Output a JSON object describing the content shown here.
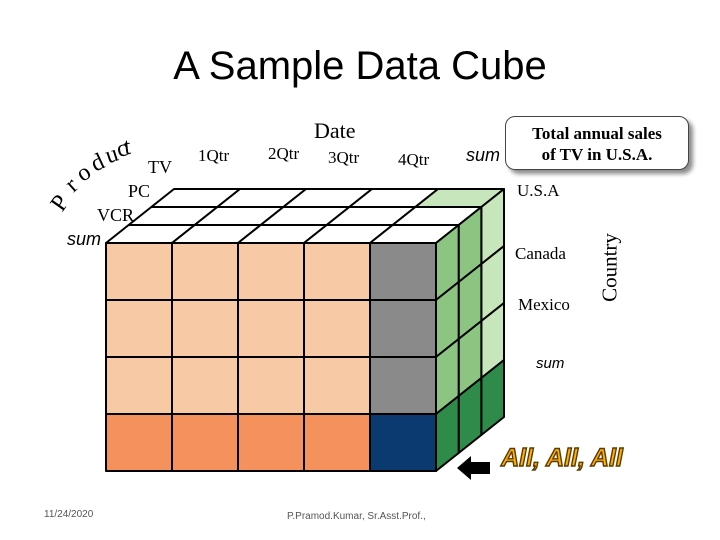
{
  "slide": {
    "title": "A Sample Data Cube",
    "footer_date": "11/24/2020",
    "footer_author": "P.Pramod.Kumar, Sr.Asst.Prof.,"
  },
  "cube": {
    "date_axis_label": "Date",
    "quarters": [
      "1Qtr",
      "2Qtr",
      "3Qtr",
      "4Qtr"
    ],
    "date_sum_label": "sum",
    "product_axis_label": "Product",
    "products": [
      "TV",
      "PC",
      "VCR"
    ],
    "product_sum_label": "sum",
    "country_axis_label": "Country",
    "countries": [
      "U.S.A",
      "Canada",
      "Mexico"
    ],
    "country_sum_label": "sum",
    "callout_line1": "Total annual sales",
    "callout_line2": "of  TV in U.S.A.",
    "all_label": "All, All, All",
    "colors": {
      "front_light": "#f7c9a4",
      "front_bottom": "#f4915c",
      "gray": "#8a8a8a",
      "navy": "#0b3a70",
      "green_light": "#c8e6bc",
      "green_mid": "#8cc582",
      "green_dark": "#2e8b4a"
    }
  }
}
